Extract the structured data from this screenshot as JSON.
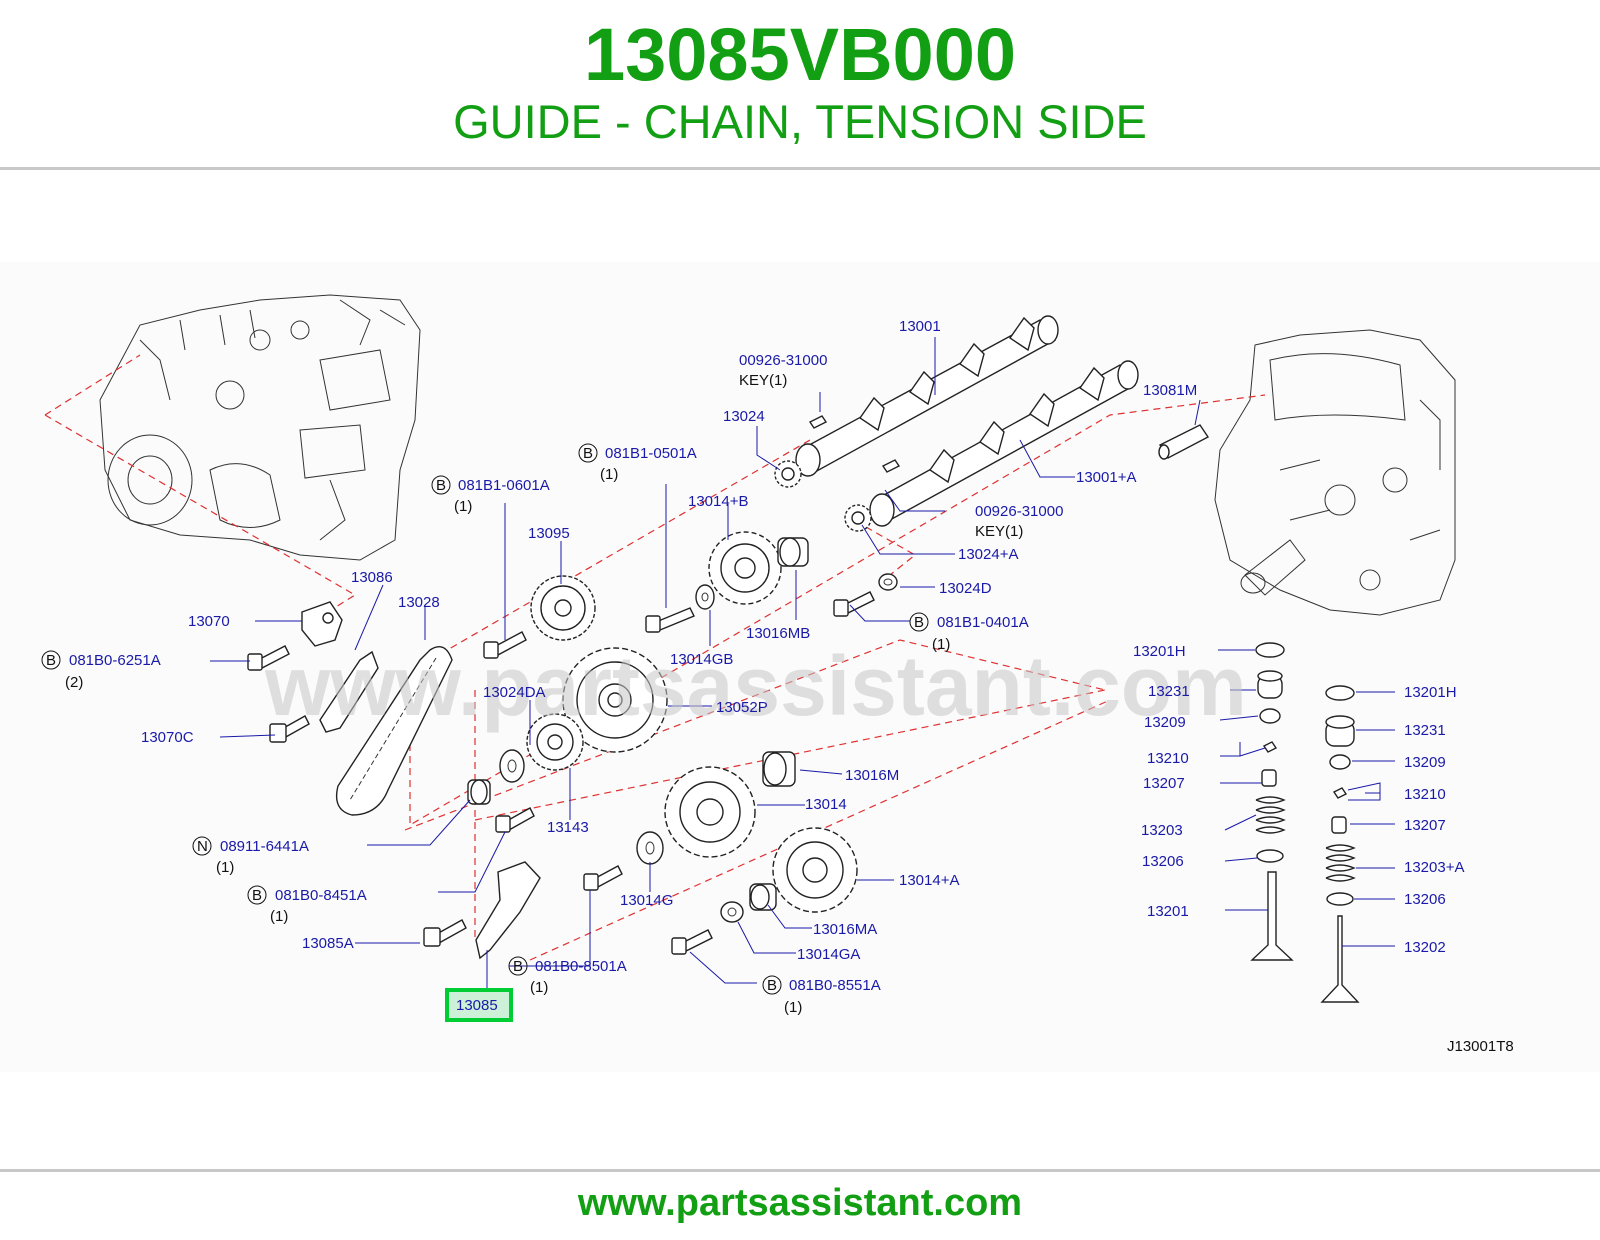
{
  "header": {
    "part_number": "13085VB000",
    "part_name": "GUIDE - CHAIN, TENSION SIDE"
  },
  "diagram": {
    "watermark": "www.partsassistant.com",
    "figure_code": "J13001T8",
    "highlight_color": "#00cc33",
    "label_color": "#1a1aa8",
    "labels": {
      "p13001": "13001",
      "p00926_top": "00926-31000",
      "key_top": "KEY(1)",
      "p13024": "13024",
      "p13081M": "13081M",
      "b081B1_0501A": "081B1-0501A",
      "q0501": "(1)",
      "p13001A": "13001+A",
      "b081B1_0601A": "081B1-0601A",
      "q0601": "(1)",
      "p13014B": "13014+B",
      "p00926_bot": "00926-31000",
      "key_bot": "KEY(1)",
      "p13095": "13095",
      "p13024A": "13024+A",
      "p13086": "13086",
      "p13028": "13028",
      "p13024D": "13024D",
      "p13070": "13070",
      "p13016MB": "13016MB",
      "b081B1_0401A": "081B1-0401A",
      "q0401": "(1)",
      "b081B0_6251A": "081B0-6251A",
      "q6251": "(2)",
      "p13014GB": "13014GB",
      "p13201H_l": "13201H",
      "p13231_l": "13231",
      "p13201H_r": "13201H",
      "p13024DA": "13024DA",
      "p13052P": "13052P",
      "p13209_l": "13209",
      "p13231_r": "13231",
      "p13070C": "13070C",
      "p13210_l": "13210",
      "p13209_r": "13209",
      "p13207_l": "13207",
      "p13016M": "13016M",
      "p13210_r": "13210",
      "p13014": "13014",
      "p13143": "13143",
      "p13207_r": "13207",
      "p13203_l": "13203",
      "n08911_6441A": "08911-6441A",
      "q6441": "(1)",
      "p13206_l": "13206",
      "p13203A": "13203+A",
      "p13014A": "13014+A",
      "b081B0_8451A": "081B0-8451A",
      "q8451": "(1)",
      "p13014G": "13014G",
      "p13206_r": "13206",
      "p13201": "13201",
      "p13016MA": "13016MA",
      "p13085A": "13085A",
      "p13014GA": "13014GA",
      "p13202": "13202",
      "b081B0_8501A": "081B0-8501A",
      "q8501": "(1)",
      "b081B0_8551A": "081B0-8551A",
      "q8551": "(1)",
      "p13085": "13085",
      "badge_b": "B",
      "badge_n": "N"
    }
  },
  "footer": {
    "url": "www.partsassistant.com"
  }
}
